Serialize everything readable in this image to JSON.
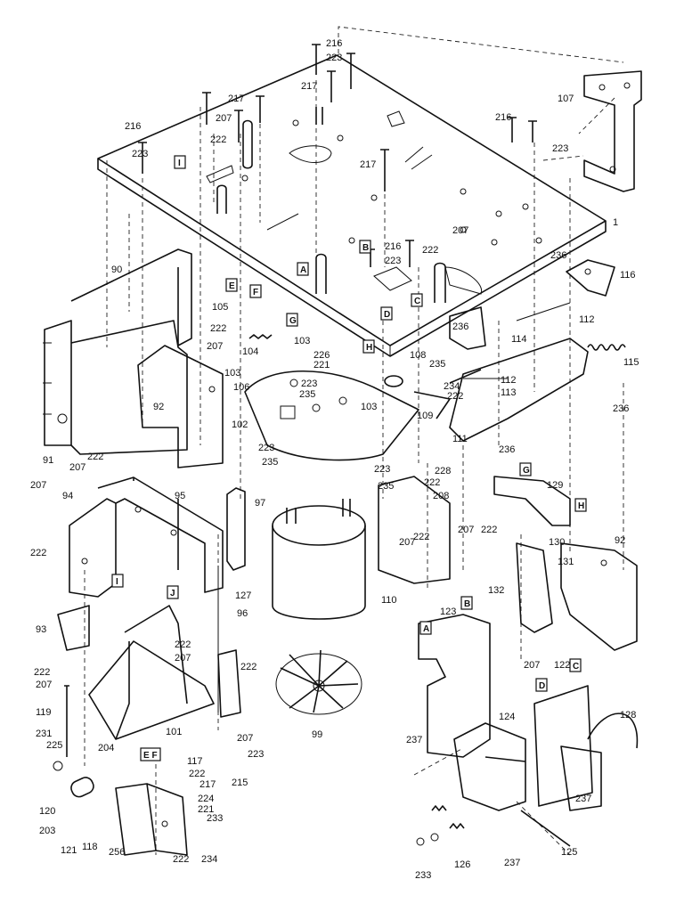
{
  "callouts": {
    "c1": "1",
    "c90": "90",
    "c91": "91",
    "c92a": "92",
    "c92b": "92",
    "c93": "93",
    "c94": "94",
    "c95": "95",
    "c96": "96",
    "c97": "97",
    "c99": "99",
    "c101": "101",
    "c102": "102",
    "c103a": "103",
    "c103b": "103",
    "c103c": "103",
    "c104": "104",
    "c105": "105",
    "c106": "106",
    "c107": "107",
    "c108": "108",
    "c109": "109",
    "c110": "110",
    "c111": "111",
    "c112a": "112",
    "c112b": "112",
    "c113": "113",
    "c114": "114",
    "c115": "115",
    "c116": "116",
    "c117": "117",
    "c118": "118",
    "c119": "119",
    "c120": "120",
    "c121": "121",
    "c122": "122",
    "c123": "123",
    "c124": "124",
    "c125": "125",
    "c126": "126",
    "c127": "127",
    "c128": "128",
    "c129": "129",
    "c130": "130",
    "c131": "131",
    "c132": "132",
    "c203": "203",
    "c204": "204",
    "c207a": "207",
    "c207b": "207",
    "c207c": "207",
    "c207d": "207",
    "c207e": "207",
    "c207f": "207",
    "c207g": "207",
    "c207h": "207",
    "c207i": "207",
    "c207j": "207",
    "c207k": "207",
    "c208": "208",
    "c215": "215",
    "c216a": "216",
    "c216b": "216",
    "c216c": "216",
    "c216d": "216",
    "c217a": "217",
    "c217b": "217",
    "c217c": "217",
    "c217d": "217",
    "c221a": "221",
    "c221b": "221",
    "c222a": "222",
    "c222b": "222",
    "c222c": "222",
    "c222d": "222",
    "c222e": "222",
    "c222f": "222",
    "c222g": "222",
    "c222h": "222",
    "c222i": "222",
    "c222j": "222",
    "c222k": "222",
    "c222l": "222",
    "c222m": "222",
    "c222n": "222",
    "c223a": "223",
    "c223b": "223",
    "c223c": "223",
    "c223d": "223",
    "c223e": "223",
    "c223f": "223",
    "c223g": "223",
    "c223h": "223",
    "c224": "224",
    "c225": "225",
    "c226": "226",
    "c228": "228",
    "c231": "231",
    "c233a": "233",
    "c233b": "233",
    "c234a": "234",
    "c234b": "234",
    "c235a": "235",
    "c235b": "235",
    "c235c": "235",
    "c235d": "235",
    "c236a": "236",
    "c236b": "236",
    "c236c": "236",
    "c236d": "236",
    "c237a": "237",
    "c237b": "237",
    "c237c": "237",
    "c256": "256"
  },
  "letter_tags": {
    "A1": "A",
    "A2": "A",
    "B1": "B",
    "B2": "B",
    "C1": "C",
    "C2": "C",
    "D1": "D",
    "D2": "D",
    "E1": "E",
    "EF": "E F",
    "F1": "F",
    "G1": "G",
    "G2": "G",
    "H1": "H",
    "H2": "H",
    "I1": "I",
    "I2": "I",
    "J1": "J"
  }
}
